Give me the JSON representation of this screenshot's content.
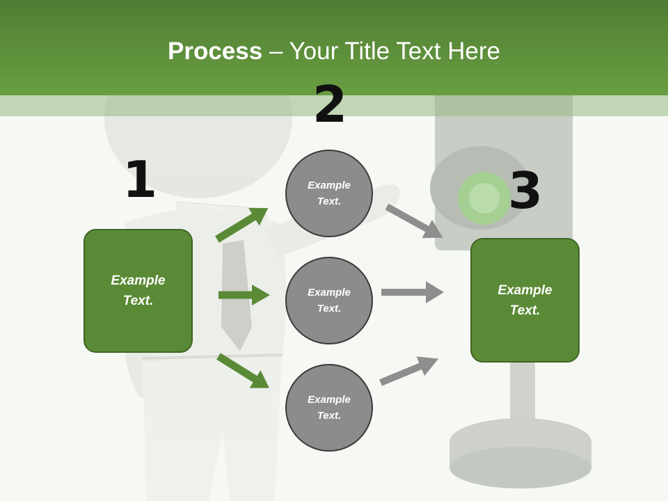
{
  "slide": {
    "title_bold": "Process",
    "title_rest": " – Your Title Text Here"
  },
  "steps": {
    "step1": {
      "number": "1",
      "text": "Example Text."
    },
    "step2": {
      "number": "2",
      "items": [
        {
          "text": "Example Text."
        },
        {
          "text": "Example Text."
        },
        {
          "text": "Example Text."
        }
      ]
    },
    "step3": {
      "number": "3",
      "text": "Example Text."
    }
  },
  "colors": {
    "header": "#5e8f3a",
    "box_fill": "#5a8a35",
    "box_border": "#3f6424",
    "circle_fill": "#8c8c8c",
    "green_arrow": "#5a8a35",
    "gray_arrow": "#8e8e8e"
  },
  "background_art": [
    "3d-figure-man",
    "traffic-light"
  ]
}
